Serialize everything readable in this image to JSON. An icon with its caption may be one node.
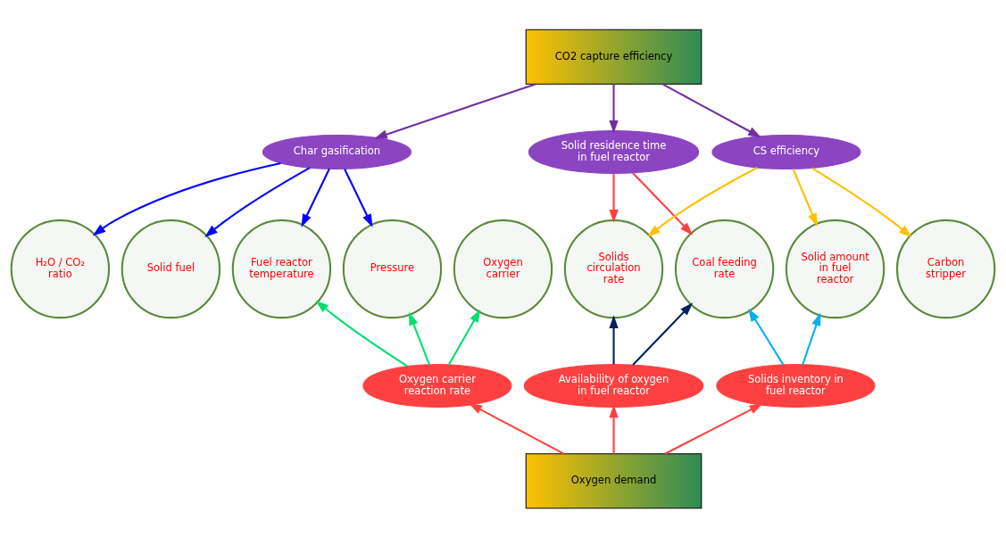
{
  "diagram": {
    "nodes": [
      {
        "text": [
          "CO2 capture efficiency"
        ]
      },
      {
        "text": [
          "Char gasification"
        ]
      },
      {
        "text": [
          "Solid residence time in fuel reactor"
        ]
      },
      {
        "text": [
          "CS efficiency"
        ]
      },
      {
        "text": [
          "H₂O / CO₂ ratio"
        ]
      },
      {
        "text": [
          "Solid fuel"
        ]
      },
      {
        "text": [
          "Fuel reactor temperature"
        ]
      },
      {
        "text": [
          "Pressure"
        ]
      },
      {
        "text": [
          "Oxygen carrier"
        ]
      },
      {
        "text": [
          "Solids circulation rate"
        ]
      },
      {
        "text": [
          "Coal feeding rate"
        ]
      },
      {
        "text": [
          "Solid amount in fuel reactor"
        ]
      },
      {
        "text": [
          "Carbon stripper"
        ]
      },
      {
        "text": [
          "Oxygen carrier reaction rate"
        ]
      },
      {
        "text": [
          "Availability of oxygen in fuel reactor"
        ]
      },
      {
        "text": [
          "Solids inventory in fuel reactor"
        ]
      },
      {
        "text": [
          "Oxygen demand"
        ]
      }
    ],
    "edges": [
      {
        "from": 0,
        "to": 1,
        "arrow": "to",
        "color": "#7030a0"
      },
      {
        "from": 0,
        "to": 2,
        "arrow": "to",
        "color": "#7030a0"
      },
      {
        "from": 0,
        "to": 3,
        "arrow": "to",
        "color": "#7030a0"
      },
      {
        "from": 1,
        "to": 4,
        "arrow": "to",
        "color": "#0000ff"
      },
      {
        "from": 1,
        "to": 5,
        "arrow": "to",
        "color": "#0000ff"
      },
      {
        "from": 1,
        "to": 6,
        "arrow": "to",
        "color": "#0000ff"
      },
      {
        "from": 1,
        "to": 7,
        "arrow": "to",
        "color": "#0000ff"
      },
      {
        "from": 2,
        "to": 9,
        "arrow": "to",
        "color": "#ff4040"
      },
      {
        "from": 2,
        "to": 10,
        "arrow": "to",
        "color": "#ff4040"
      },
      {
        "from": 3,
        "to": 9,
        "arrow": "to",
        "color": "#ffc000"
      },
      {
        "from": 3,
        "to": 11,
        "arrow": "to",
        "color": "#ffc000"
      },
      {
        "from": 3,
        "to": 12,
        "arrow": "to",
        "color": "#ffc000"
      },
      {
        "from": 13,
        "to": 6,
        "arrow": "to",
        "color": "#00e070"
      },
      {
        "from": 13,
        "to": 7,
        "arrow": "to",
        "color": "#00e070"
      },
      {
        "from": 13,
        "to": 8,
        "arrow": "to",
        "color": "#00e070"
      },
      {
        "from": 14,
        "to": 9,
        "arrow": "to",
        "color": "#002060"
      },
      {
        "from": 14,
        "to": 10,
        "arrow": "to",
        "color": "#002060"
      },
      {
        "from": 15,
        "to": 10,
        "arrow": "to",
        "color": "#00b0f0"
      },
      {
        "from": 15,
        "to": 11,
        "arrow": "to",
        "color": "#00b0f0"
      },
      {
        "from": 16,
        "to": 13,
        "arrow": "to",
        "color": "#ff4040"
      },
      {
        "from": 16,
        "to": 14,
        "arrow": "to",
        "color": "#ff4040"
      },
      {
        "from": 16,
        "to": 15,
        "arrow": "to",
        "color": "#ff4040"
      }
    ]
  }
}
